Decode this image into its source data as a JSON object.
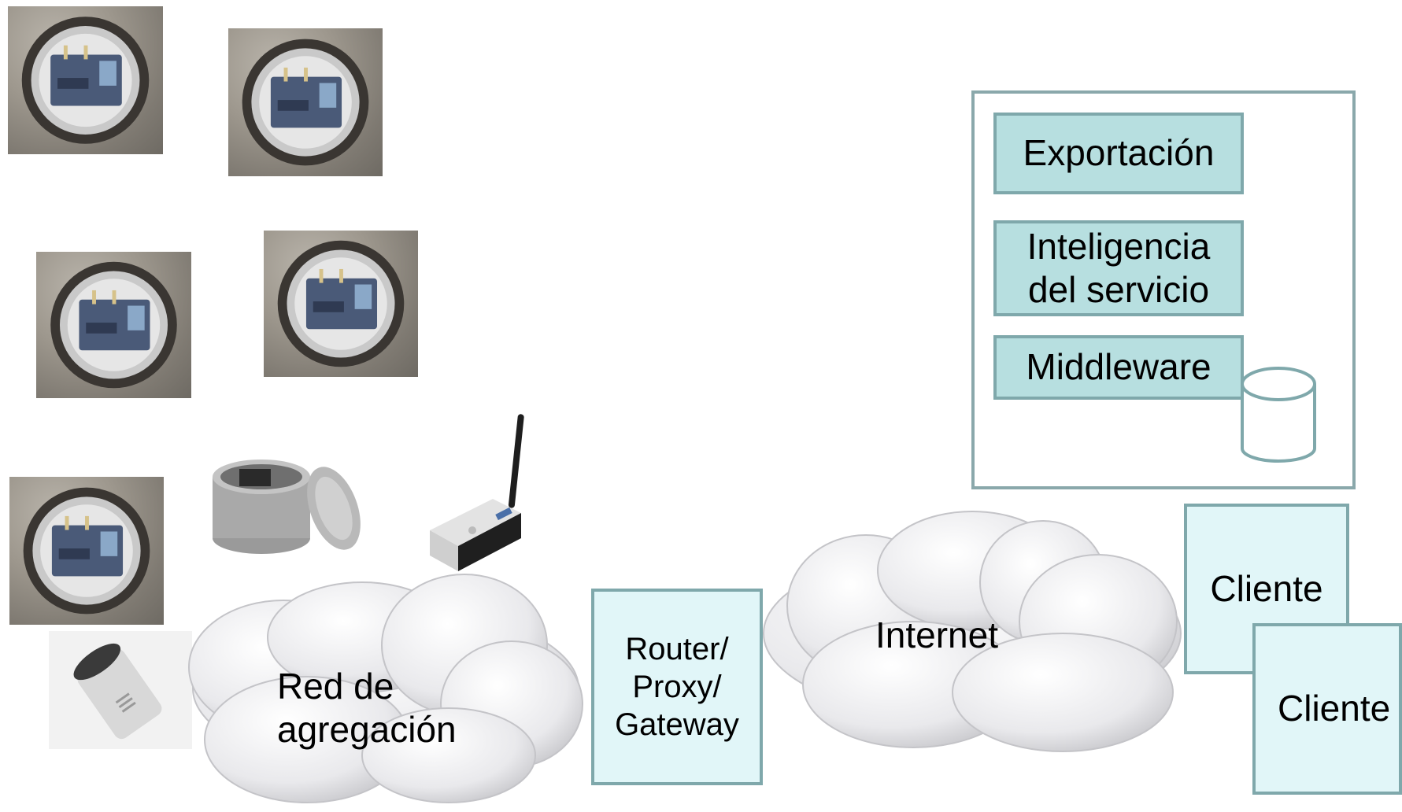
{
  "server": {
    "layers": [
      "Exportación",
      "Inteligencia\ndel servicio",
      "Middleware"
    ]
  },
  "clouds": {
    "aggregation": "Red de\nagregación",
    "internet": "Internet"
  },
  "gateway": {
    "label": "Router/\nProxy/\nGateway"
  },
  "clients": [
    "Cliente",
    "Cliente"
  ],
  "colors": {
    "layer_fill": "#b7dfe0",
    "client_fill": "#e1f6f8",
    "border": "#7fa8ab"
  }
}
